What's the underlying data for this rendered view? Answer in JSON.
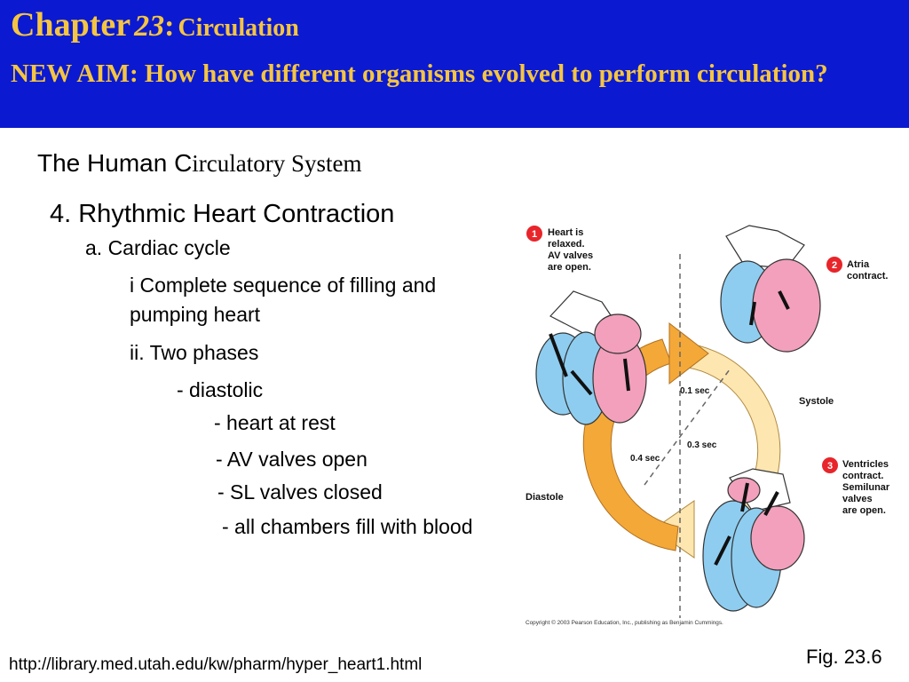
{
  "header": {
    "chapter_word": "Chapter",
    "chapter_number": "23",
    "colon": ":",
    "chapter_topic": "Circulation",
    "aim": "NEW AIM: How have different organisms evolved to perform circulation?"
  },
  "subtitle": {
    "part1": "The Human C",
    "part2": "irculatory System"
  },
  "outline": {
    "item4": "4. Rhythmic Heart Contraction",
    "a": "a. Cardiac cycle",
    "i_line1": "i Complete sequence of filling and",
    "i_line2": "pumping heart",
    "ii": "ii. Two phases",
    "diastolic": "- diastolic",
    "rest": "- heart at rest",
    "av": "- AV valves open",
    "sl": "- SL valves closed",
    "fill": "- all chambers fill with blood"
  },
  "figure": {
    "step1_num": "1",
    "step1_lines": [
      "Heart is",
      "relaxed.",
      "AV valves",
      "are open."
    ],
    "step2_num": "2",
    "step2_lines": [
      "Atria",
      "contract."
    ],
    "step3_num": "3",
    "step3_lines": [
      "Ventricles",
      "contract.",
      "Semilunar",
      "valves",
      "are open."
    ],
    "time_01": "0.1 sec",
    "time_03": "0.3 sec",
    "time_04": "0.4 sec",
    "systole": "Systole",
    "diastole": "Diastole",
    "copyright": "Copyright © 2003 Pearson Education, Inc., publishing as Benjamin Cummings."
  },
  "footer": {
    "url": "http://library.med.utah.edu/kw/pharm/hyper_heart1.html",
    "fig_label": "Fig. 23.6"
  },
  "colors": {
    "header_bg": "#0b1ad0",
    "header_text": "#f5c542",
    "step_badge": "#e8252a",
    "orange_arrow": "#f4a838",
    "pale_arrow": "#fde6b0",
    "heart_blue": "#8ecdf0",
    "heart_pink": "#f2a0bb"
  }
}
